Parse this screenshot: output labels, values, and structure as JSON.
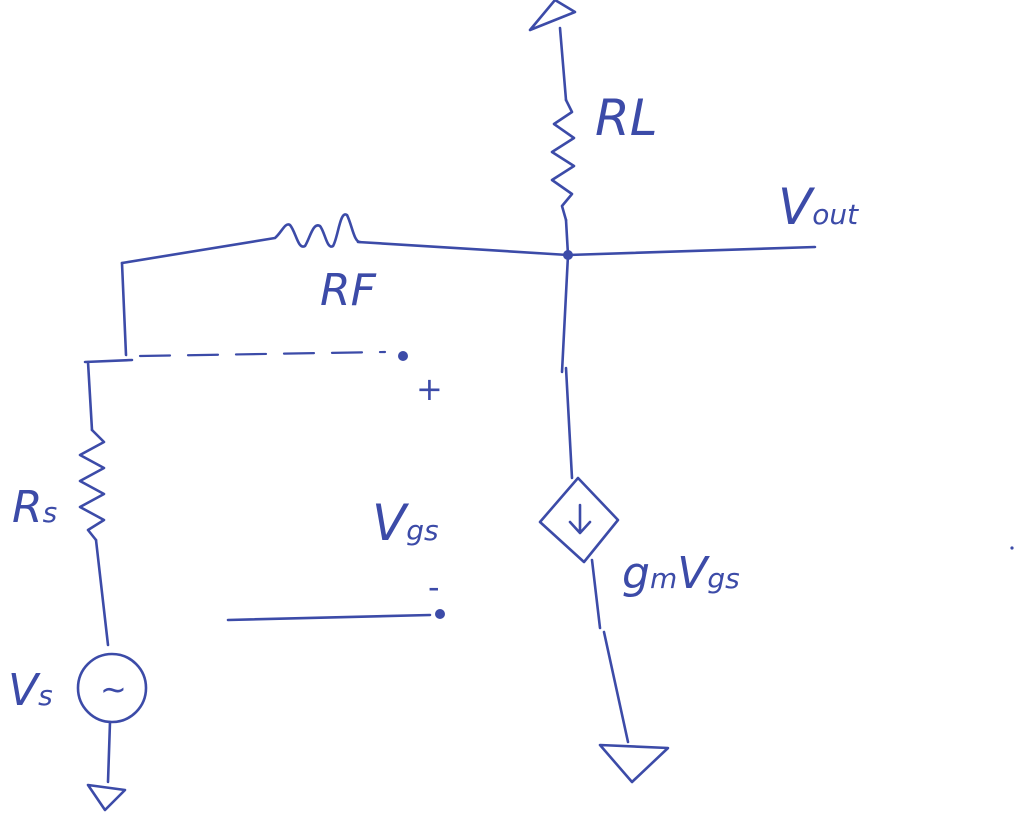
{
  "labels": {
    "load_resistor": "RL",
    "feedback_resistor": "RF",
    "output": {
      "main": "V",
      "sub": "out"
    },
    "source_resistor": {
      "main": "R",
      "sub": "s"
    },
    "source": {
      "main": "V",
      "sub": "s"
    },
    "gate_voltage": {
      "main": "V",
      "sub": "gs"
    },
    "dependent_source": {
      "main": "g",
      "sub1": "m",
      "main2": "V",
      "sub2": "gs"
    },
    "plus": "+",
    "minus": "-",
    "ac_symbol": "~"
  },
  "colors": {
    "ink": "#3c4ba8",
    "paper": "#ffffff"
  }
}
